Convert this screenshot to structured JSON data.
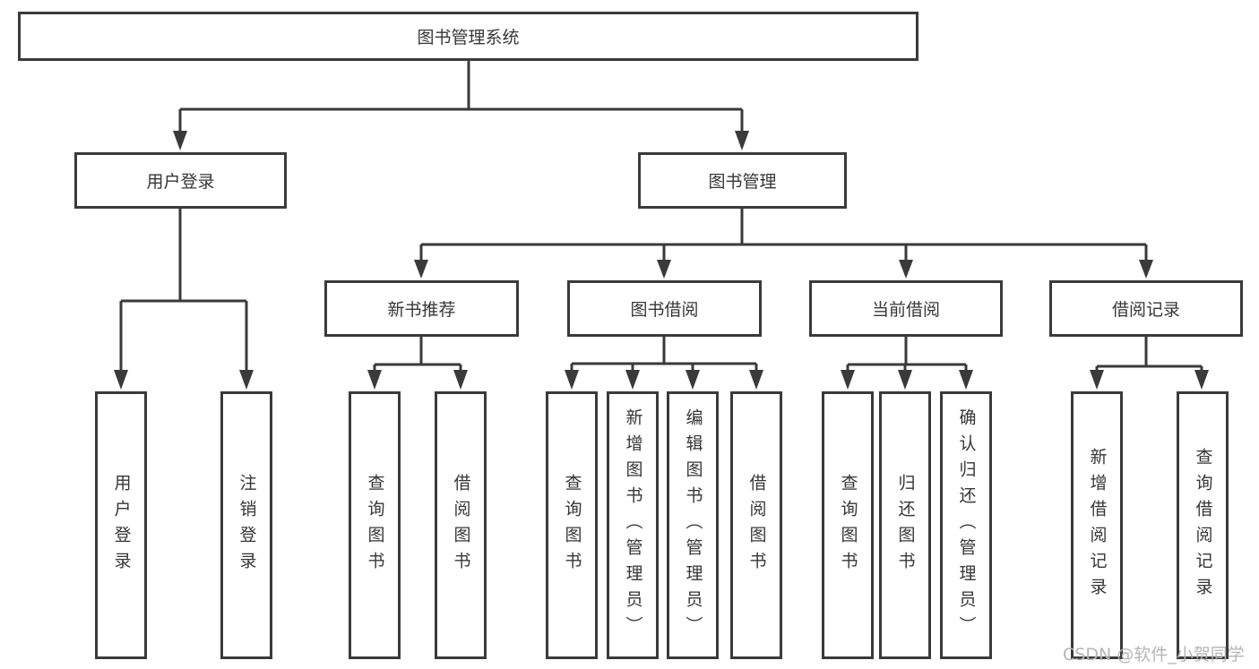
{
  "watermark": "CSDN @软件_小贺同学",
  "colors": {
    "line": "#3a3a3a",
    "text": "#363636",
    "box_background": "#ffffff",
    "watermark": "#b5b5b5",
    "page_background": "#ffffff"
  },
  "tree": {
    "label": "图书管理系统",
    "children": [
      {
        "label": "用户登录",
        "children": [
          {
            "label": "用户登录"
          },
          {
            "label": "注销登录"
          }
        ]
      },
      {
        "label": "图书管理",
        "children": [
          {
            "label": "新书推荐",
            "children": [
              {
                "label": "查询图书"
              },
              {
                "label": "借阅图书"
              }
            ]
          },
          {
            "label": "图书借阅",
            "children": [
              {
                "label": "查询图书"
              },
              {
                "label": "新增图书（管理员）"
              },
              {
                "label": "编辑图书（管理员）"
              },
              {
                "label": "借阅图书"
              }
            ]
          },
          {
            "label": "当前借阅",
            "children": [
              {
                "label": "查询图书"
              },
              {
                "label": "归还图书"
              },
              {
                "label": "确认归还（管理员）"
              }
            ]
          },
          {
            "label": "借阅记录",
            "children": [
              {
                "label": "新增借阅记录"
              },
              {
                "label": "查询借阅记录"
              }
            ]
          }
        ]
      }
    ]
  }
}
